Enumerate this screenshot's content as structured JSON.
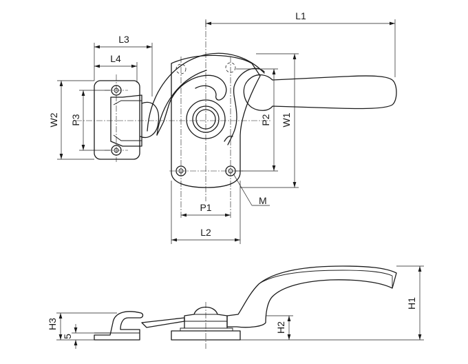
{
  "labels": {
    "L1": "L1",
    "L2": "L2",
    "L3": "L3",
    "L4": "L4",
    "P1": "P1",
    "P2": "P2",
    "P3": "P3",
    "W1": "W1",
    "W2": "W2",
    "M": "M",
    "H1": "H1",
    "H2": "H2",
    "H3": "H3",
    "five": "5"
  }
}
